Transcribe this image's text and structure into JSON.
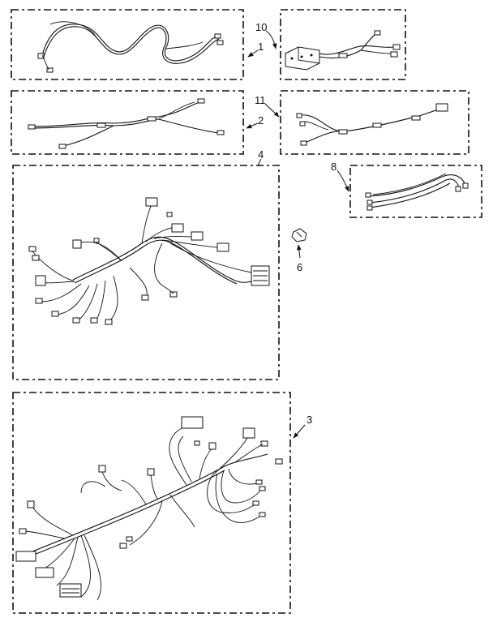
{
  "callouts": {
    "c1": "1",
    "c2": "2",
    "c3": "3",
    "c4": "4",
    "c6": "6",
    "c8": "8",
    "c10": "10",
    "c11": "11"
  }
}
